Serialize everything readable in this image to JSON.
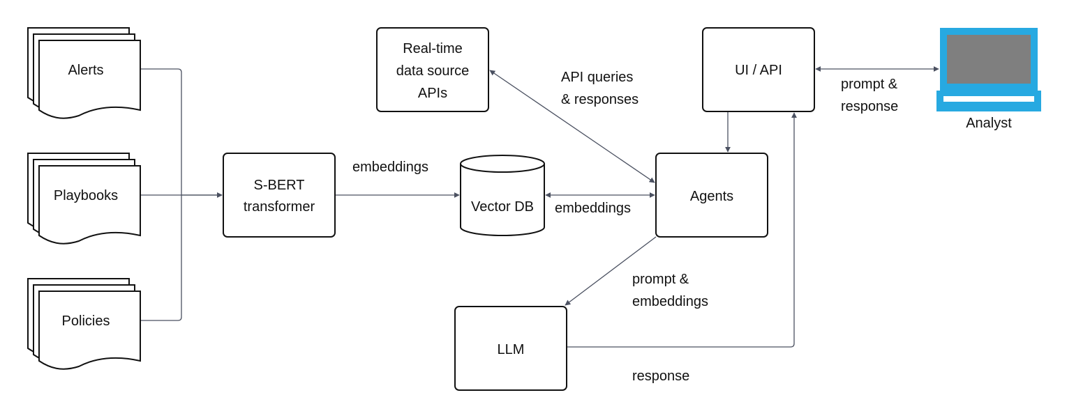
{
  "nodes": {
    "alerts": "Alerts",
    "playbooks": "Playbooks",
    "policies": "Policies",
    "sbert": [
      "S-BERT",
      "transformer"
    ],
    "vector_db": "Vector DB",
    "realtime": [
      "Real-time",
      "data source",
      "APIs"
    ],
    "agents": "Agents",
    "llm": "LLM",
    "ui_api": "UI / API",
    "analyst": "Analyst"
  },
  "edges": {
    "sbert_to_vector": "embeddings",
    "vector_agents": "embeddings",
    "api_queries": [
      "API queries",
      "& responses"
    ],
    "agents_to_llm": [
      "prompt &",
      "embeddings"
    ],
    "llm_response": "response",
    "ui_analyst": [
      "prompt &",
      "response"
    ]
  },
  "colors": {
    "laptop": "#27a9e1",
    "screen": "#7f7f7f",
    "line": "#4a5060",
    "stroke": "#111111"
  },
  "icons": {
    "analyst": "laptop-icon",
    "documents": "document-stack-icon",
    "database": "cylinder-icon"
  }
}
